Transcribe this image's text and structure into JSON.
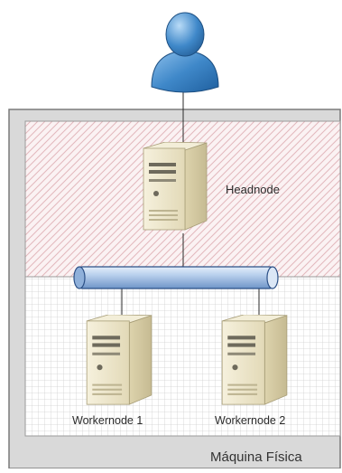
{
  "diagram": {
    "user_node": {
      "icon": "user-icon"
    },
    "headnode": {
      "label": "Headnode",
      "icon": "server-tower-icon"
    },
    "network": {
      "icon": "network-bus-icon"
    },
    "workernodes": [
      {
        "label": "Workernode 1",
        "icon": "server-tower-icon"
      },
      {
        "label": "Workernode 2",
        "icon": "server-tower-icon"
      }
    ],
    "machine": {
      "label": "Máquina Física"
    }
  },
  "colors": {
    "frame_fill": "#d9d9d9",
    "frame_stroke": "#7a7a7a",
    "hatch_line": "#e3b8bd",
    "grid_line": "#c9c9c9",
    "user_body": "#3f88c9",
    "server_body": "#ede6cc",
    "server_shadow": "#cfc6a3",
    "bus_fill": "#a9c3e3",
    "bus_stroke": "#2b4f86"
  }
}
